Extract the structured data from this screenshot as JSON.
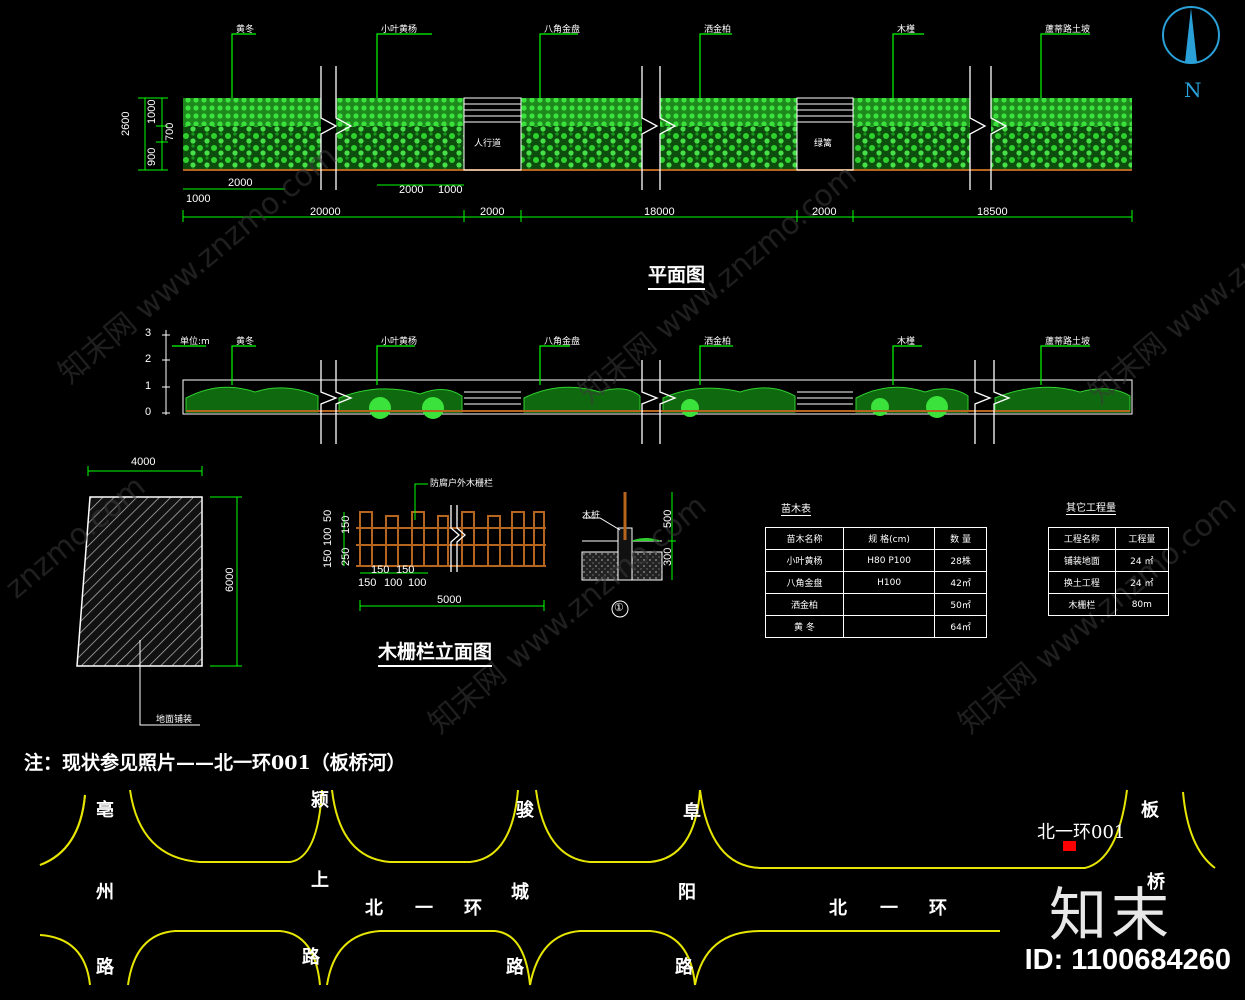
{
  "plan_labels": [
    "黄冬",
    "小叶黄杨",
    "八角金盘",
    "洒金柏",
    "木槿",
    "蘆蒂路土坡"
  ],
  "plan_gap_labels": [
    "人行道",
    "绿篱"
  ],
  "plan_dims": {
    "left_vertical": [
      "2600",
      "1000",
      "700",
      "900"
    ],
    "sub": [
      "2000",
      "2000",
      "1000",
      "1000"
    ],
    "main": [
      "20000",
      "2000",
      "18000",
      "2000",
      "18500"
    ]
  },
  "plan_title": "平面图",
  "elevation": {
    "scale": [
      "3",
      "2",
      "1",
      "0"
    ],
    "unit_label": "单位:m",
    "labels": [
      "黄冬",
      "小叶黄杨",
      "八角金盘",
      "洒金柏",
      "木槿",
      "蘆蒂路土坡"
    ]
  },
  "block": {
    "width_dim": "4000",
    "height_dim": "6000",
    "leader_label": "地面铺装"
  },
  "fence": {
    "title": "木栅栏立面图",
    "top_label": "防腐户外木栅栏",
    "dims_left": [
      "100",
      "50",
      "150",
      "250",
      "150"
    ],
    "dims_inner": [
      "150",
      "150"
    ],
    "dims_bottom": [
      "150",
      "100",
      "100"
    ],
    "width_dim": "5000"
  },
  "section": {
    "label": "木桩",
    "dims": [
      "500",
      "300"
    ],
    "marker": "①"
  },
  "plant_table": {
    "title": "苗木表",
    "header": [
      "苗木名称",
      "规  格(cm)",
      "数  量"
    ],
    "rows": [
      [
        "小叶黄杨",
        "H80 P100",
        "28株"
      ],
      [
        "八角金盘",
        "H100",
        "42㎡"
      ],
      [
        "洒金柏",
        "",
        "50㎡"
      ],
      [
        "黄  冬",
        "",
        "64㎡"
      ]
    ]
  },
  "works_table": {
    "title": "其它工程量",
    "header": [
      "工程名称",
      "工程量"
    ],
    "rows": [
      [
        "铺装地面",
        "24 ㎡"
      ],
      [
        "换土工程",
        "24 ㎡"
      ],
      [
        "木栅栏",
        "80m"
      ]
    ]
  },
  "note": "注：现状参见照片——北一环001（板桥河）",
  "map": {
    "roads": [
      "亳",
      "州",
      "路",
      "颍",
      "上",
      "路",
      "北",
      "一",
      "环",
      "骏",
      "城",
      "路",
      "阜",
      "阳",
      "路",
      "北",
      "一",
      "环",
      "板",
      "桥"
    ],
    "marker_label": "北一环001"
  },
  "north": "N",
  "watermarks": [
    "知末网 www.znzmo.com",
    "知末网 www.znzmo.com",
    "知末网 www.znzmo.com",
    "知末网 www.znzmo.com",
    "知末网 www.znzmo.com",
    "znzmo.com"
  ],
  "brand": "知末",
  "image_id": "ID: 1100684260",
  "colors": {
    "background": "#000000",
    "plant_green": "#2fd12f",
    "leader_green": "#00ff00",
    "dim_green": "#00ff00",
    "fence_brown": "#b5651d",
    "road_yellow": "#e6e600",
    "north_blue": "#2aa0d8",
    "marker_red": "#ff0000"
  }
}
